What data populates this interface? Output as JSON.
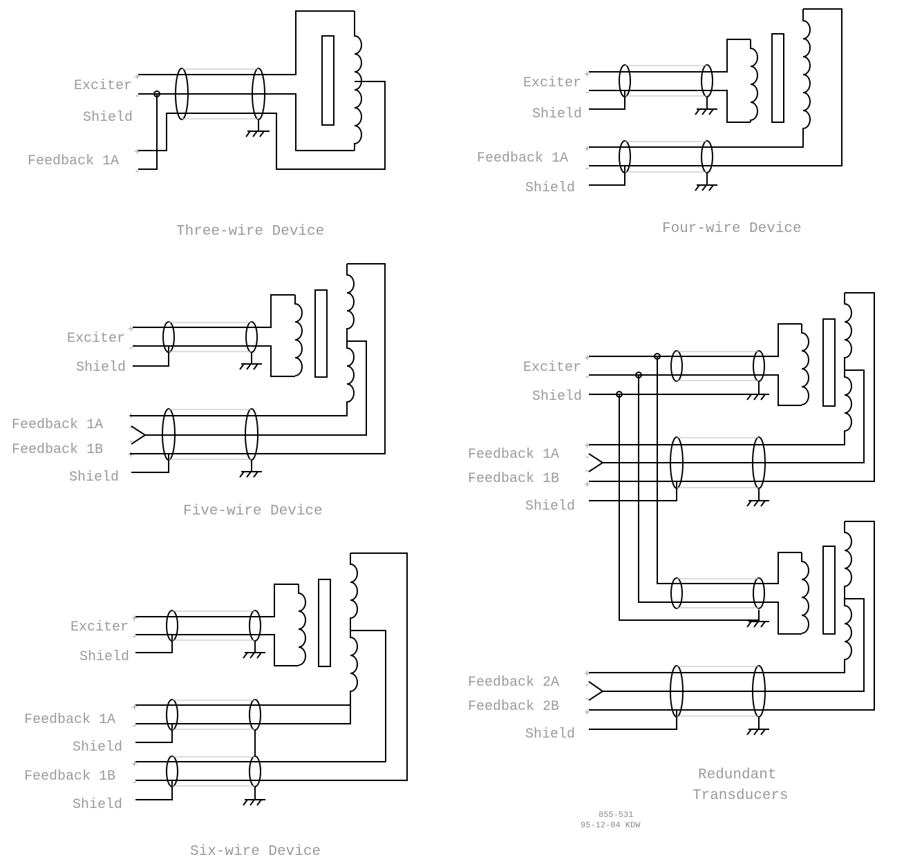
{
  "labels": {
    "exciter": "Exciter",
    "shield": "Shield",
    "feedback_1a": "Feedback 1A",
    "feedback_1b": "Feedback 1B",
    "feedback_2a": "Feedback 2A",
    "feedback_2b": "Feedback 2B",
    "plus": "+",
    "minus": "-"
  },
  "captions": {
    "three_wire": "Three-wire Device",
    "four_wire": "Four-wire Device",
    "five_wire": "Five-wire Device",
    "six_wire": "Six-wire Device",
    "redundant_line1": "Redundant",
    "redundant_line2": "Transducers"
  },
  "drawing_id": {
    "number": "855-531",
    "date_initials": "95-12-04 KDW"
  }
}
